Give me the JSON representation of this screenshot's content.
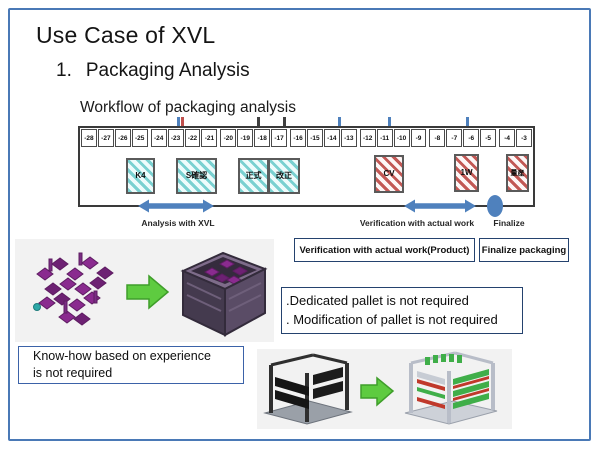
{
  "slide": {
    "title": "Use Case of XVL",
    "list_number": "1.",
    "list_item": "Packaging Analysis",
    "workflow_heading": "Workflow of packaging analysis"
  },
  "timeline": {
    "weeks": [
      "-28",
      "-27",
      "-26",
      "-25",
      "-24",
      "-23",
      "-22",
      "-21",
      "-20",
      "-19",
      "-18",
      "-17",
      "-16",
      "-15",
      "-14",
      "-13",
      "-12",
      "-11",
      "-10",
      "-9",
      "-8",
      "-7",
      "-6",
      "-5",
      "-4",
      "-3"
    ],
    "milestones": [
      {
        "label": "K4",
        "style": "teal"
      },
      {
        "label": "S確認",
        "style": "teal"
      },
      {
        "label": "正式",
        "style": "teal"
      },
      {
        "label": "改正",
        "style": "teal"
      },
      {
        "label": "CV",
        "style": "red"
      },
      {
        "label": "1W",
        "style": "red"
      },
      {
        "label": "量産",
        "style": "red"
      }
    ]
  },
  "phases": {
    "analysis_label": "Analysis with XVL",
    "verification_label": "Verification with actual work",
    "finalize_label": "Finalize"
  },
  "callouts": {
    "verification_box": "Verification with actual work(Product)",
    "finalize_box": "Finalize packaging",
    "pallet_line1": ".Dedicated pallet is not required",
    "pallet_line2": ". Modification of pallet is not required",
    "knowhow_line1": "Know-how based on experience",
    "knowhow_line2": "is not required"
  },
  "icons": {
    "analysis_arrow": "blue-double-arrow",
    "verification_arrow": "blue-double-arrow",
    "finalize_marker": "blue-oval",
    "transform_arrow": "green-right-arrow"
  },
  "colors": {
    "accent_blue": "#4f81bd",
    "slide_border": "#4a79b6",
    "teal_stripe": "#7ad1d1",
    "red_stripe": "#c25855",
    "callout_border": "#24426e",
    "green_arrow": "#5ecb40",
    "parts_purple": "#8a2b8f"
  }
}
